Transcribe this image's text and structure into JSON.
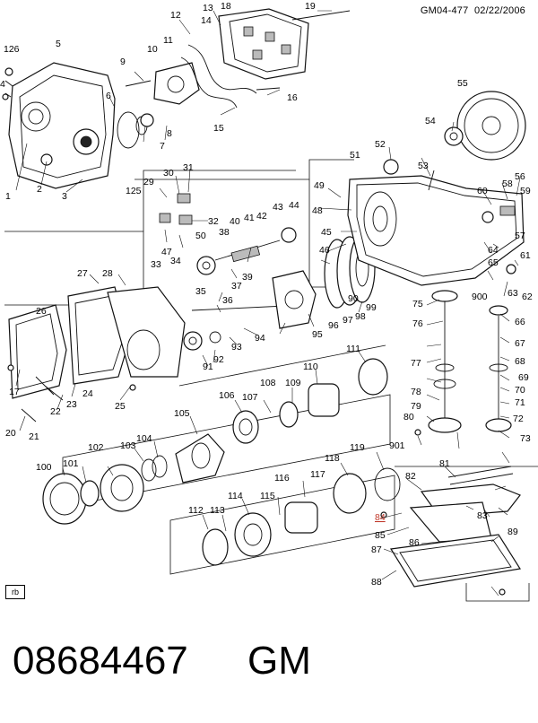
{
  "header": {
    "drawing_id": "GM04-477",
    "date": "02/22/2006"
  },
  "corner_tag": "rb",
  "caption": {
    "part_number": "08684467",
    "brand": "GM"
  },
  "highlighted_callout": "84",
  "callouts": [
    "1",
    "2",
    "3",
    "4",
    "5",
    "6",
    "7",
    "8",
    "9",
    "10",
    "11",
    "12",
    "13",
    "14",
    "15",
    "16",
    "17",
    "18",
    "19",
    "20",
    "21",
    "22",
    "23",
    "24",
    "25",
    "26",
    "27",
    "28",
    "29",
    "30",
    "31",
    "32",
    "33",
    "34",
    "35",
    "36",
    "37",
    "38",
    "39",
    "40",
    "41",
    "42",
    "43",
    "44",
    "45",
    "46",
    "47",
    "48",
    "49",
    "50",
    "51",
    "52",
    "53",
    "54",
    "55",
    "56",
    "57",
    "58",
    "59",
    "60",
    "61",
    "62",
    "63",
    "64",
    "65",
    "66",
    "67",
    "68",
    "69",
    "70",
    "71",
    "72",
    "73",
    "75",
    "76",
    "77",
    "78",
    "79",
    "80",
    "81",
    "82",
    "83",
    "84",
    "85",
    "86",
    "87",
    "88",
    "89",
    "90",
    "91",
    "92",
    "93",
    "94",
    "95",
    "96",
    "97",
    "98",
    "99",
    "100",
    "101",
    "102",
    "103",
    "104",
    "105",
    "106",
    "107",
    "108",
    "109",
    "110",
    "111",
    "112",
    "113",
    "114",
    "115",
    "116",
    "117",
    "118",
    "119",
    "125",
    "126",
    "900",
    "901"
  ]
}
